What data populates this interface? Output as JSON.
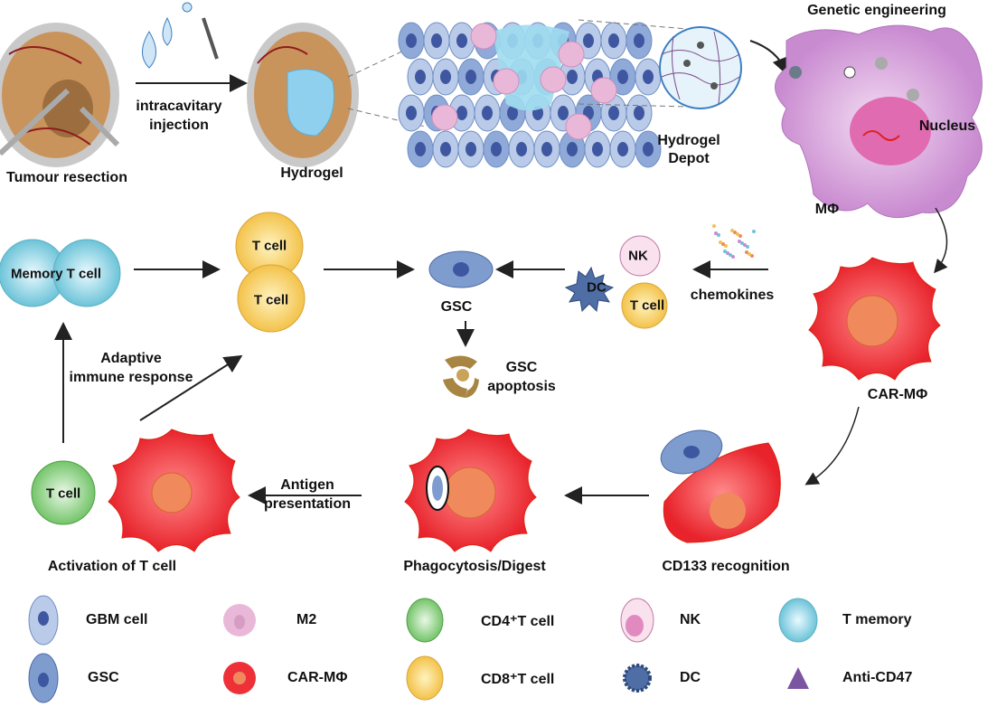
{
  "labels": {
    "tumour_resection": "Tumour resection",
    "injection_line1": "intracavitary",
    "injection_line2": "injection",
    "hydrogel": "Hydrogel",
    "depot_line1": "Hydrogel",
    "depot_line2": "Depot",
    "genetic_engineering": "Genetic engineering",
    "nucleus": "Nucleus",
    "macrophage": "MΦ",
    "car_macrophage": "CAR-MΦ",
    "chemokines": "chemokines",
    "nk": "NK",
    "dc": "DC",
    "t_cell": "T cell",
    "gsc": "GSC",
    "gsc_apoptosis_line1": "GSC",
    "gsc_apoptosis_line2": "apoptosis",
    "memory_t_cell": "Memory T cell",
    "adaptive_line1": "Adaptive",
    "adaptive_line2": "immune response",
    "activation": "Activation of T cell",
    "antigen_line1": "Antigen",
    "antigen_line2": "presentation",
    "phagocytosis": "Phagocytosis/Digest",
    "cd133": "CD133 recognition"
  },
  "legend": [
    {
      "label": "GBM cell",
      "color": "#b9cbe8"
    },
    {
      "label": "M2",
      "color": "#e9b8d8"
    },
    {
      "label": "CD4⁺T cell",
      "color": "#8fcf86"
    },
    {
      "label": "NK",
      "color": "#f3c9e2"
    },
    {
      "label": "T memory",
      "color": "#9fd8e6"
    },
    {
      "label": "GSC",
      "color": "#7f9ccf"
    },
    {
      "label": "CAR-MΦ",
      "color": "#ee3138"
    },
    {
      "label": "CD8⁺T cell",
      "color": "#f7cf6a"
    },
    {
      "label": "DC",
      "color": "#4f6ea5"
    },
    {
      "label": "Anti-CD47",
      "color": "#7b55a0"
    }
  ]
}
